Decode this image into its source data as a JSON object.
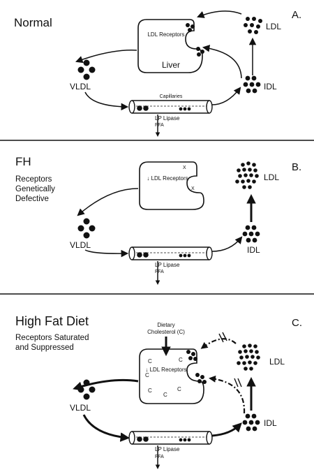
{
  "panels": [
    {
      "letter": "A.",
      "title": "Normal",
      "liver_label": "Liver",
      "receptor_label": "LDL Receptors",
      "capillaries": "Capillaries",
      "lp_lipase": "LP Lipase",
      "ffa": "FFA",
      "vldl": "VLDL",
      "idl": "IDL",
      "ldl": "LDL"
    },
    {
      "letter": "B.",
      "title": "FH",
      "subtitle": [
        "Receptors",
        "Genetically",
        "Defective"
      ],
      "receptor_label": "↓ LDL Receptors",
      "defect_marker": "X",
      "lp_lipase": "LP Lipase",
      "ffa": "FFA",
      "vldl": "VLDL",
      "idl": "IDL",
      "ldl": "LDL"
    },
    {
      "letter": "C.",
      "title": "High Fat Diet",
      "subtitle": [
        "Receptors Saturated",
        "and Suppressed"
      ],
      "dietary": [
        "Dietary",
        "Cholesterol (C)"
      ],
      "receptor_label": "↓ LDL Receptors",
      "cholesterol_marker": "C",
      "lp_lipase": "LP Lipase",
      "ffa": "FFA",
      "vldl": "VLDL",
      "idl": "IDL",
      "ldl": "LDL"
    }
  ]
}
